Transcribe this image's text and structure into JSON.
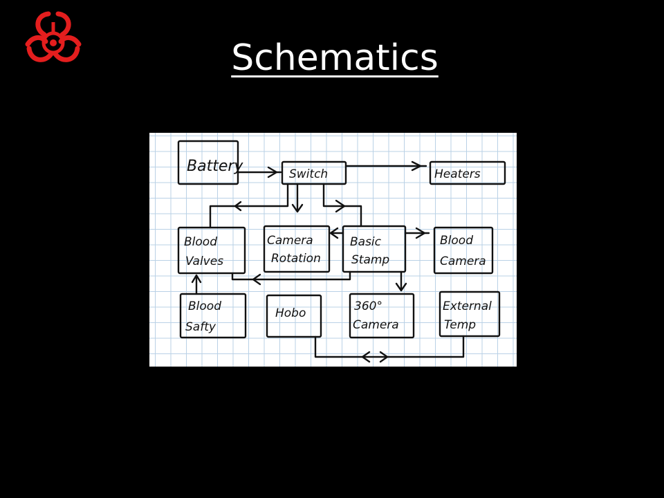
{
  "slide": {
    "title": "Schematics"
  },
  "logo": {
    "icon": "biohazard-icon",
    "color": "#e41e1e"
  },
  "diagram": {
    "nodes": {
      "battery": "Battery",
      "switch": "Switch",
      "heaters": "Heaters",
      "blood_valves_line1": "Blood",
      "blood_valves_line2": "Valves",
      "camera_rotation_line1": "Camera",
      "camera_rotation_line2": "Rotation",
      "basic_stamp_line1": "Basic",
      "basic_stamp_line2": "Stamp",
      "blood_camera_line1": "Blood",
      "blood_camera_line2": "Camera",
      "blood_safty_line1": "Blood",
      "blood_safty_line2": "Safty",
      "hobo": "Hobo",
      "camera_360_line1": "360°",
      "camera_360_line2": "Camera",
      "external_temp_line1": "External",
      "external_temp_line2": "Temp"
    }
  }
}
